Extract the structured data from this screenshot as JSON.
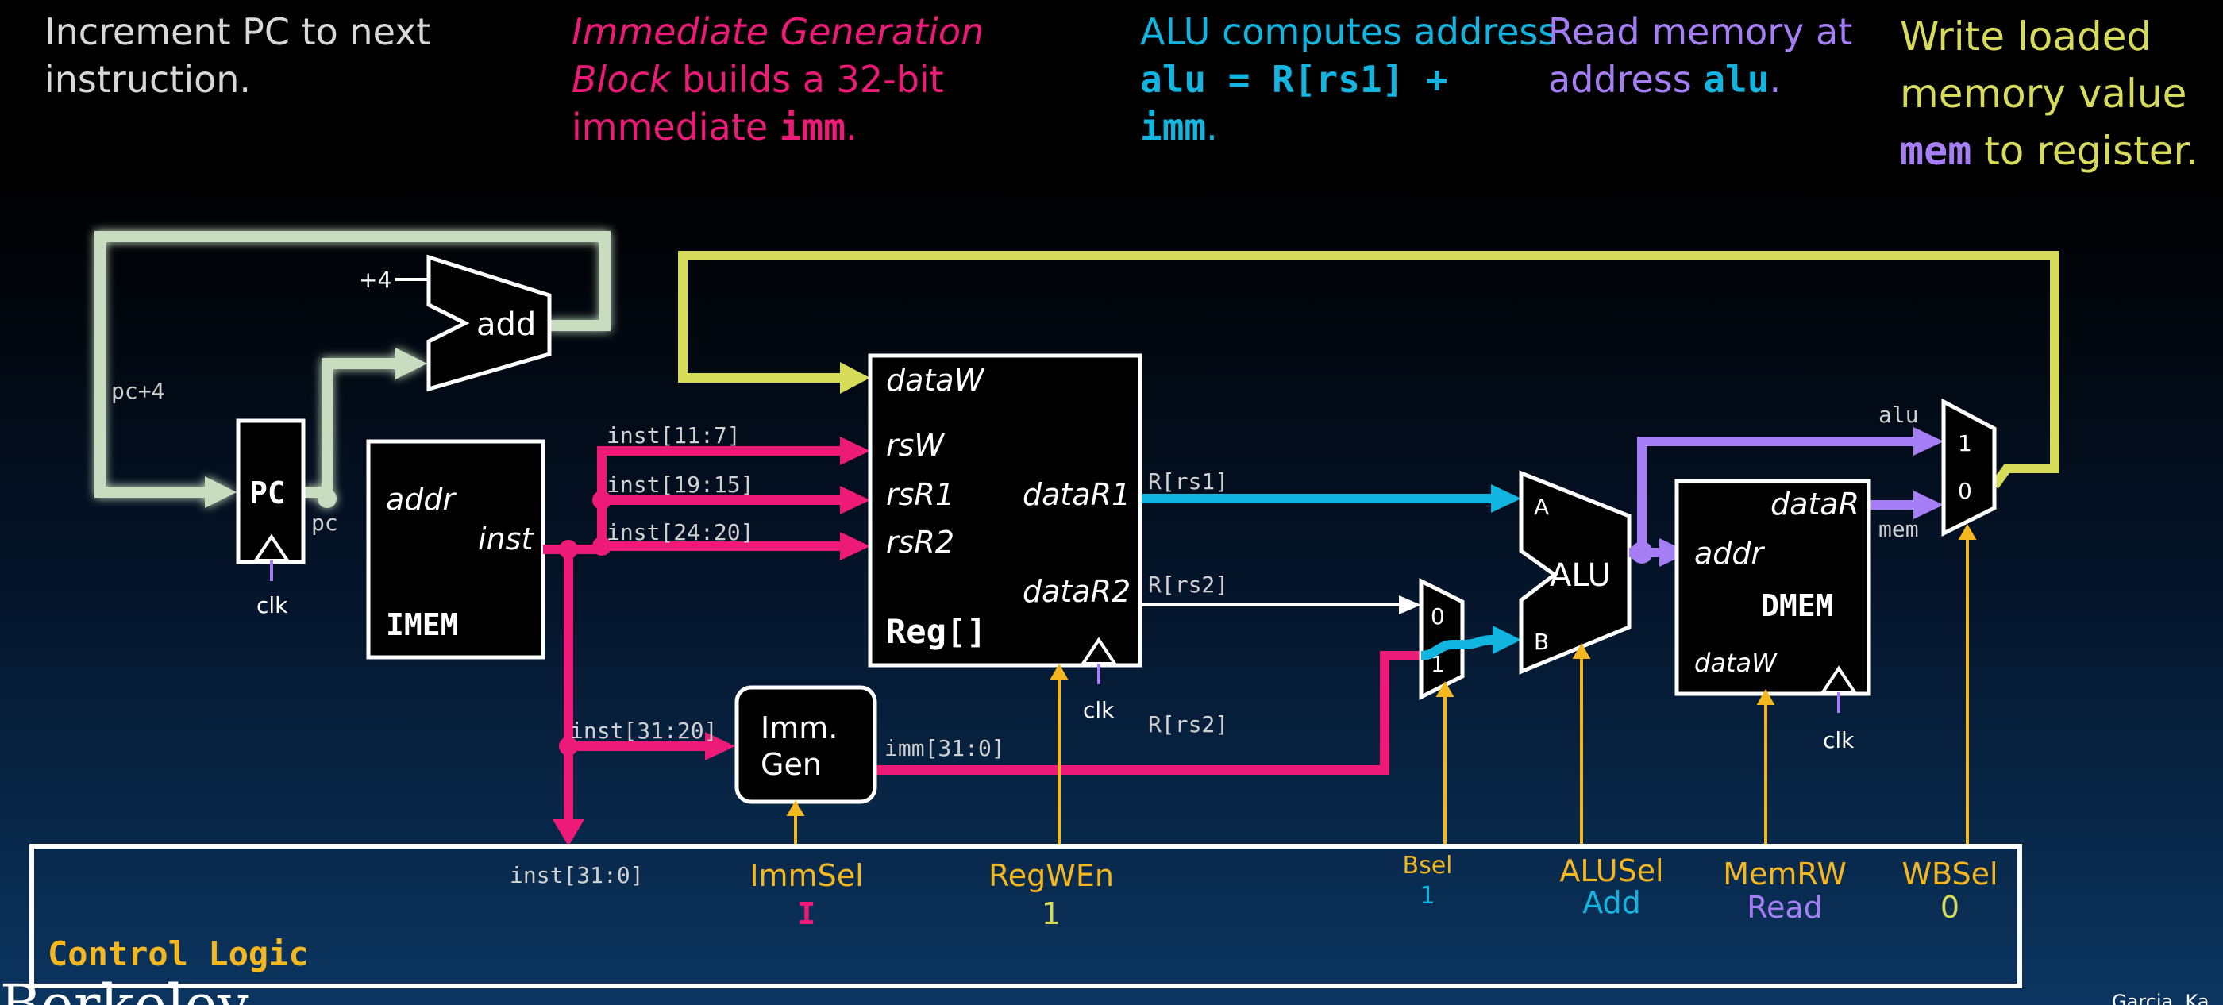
{
  "captions": {
    "pc_caption_line1": "Increment PC to next",
    "pc_caption_line2": "instruction.",
    "imm_caption_italic1": "Immediate Generation",
    "imm_caption_italic2": "Block",
    "imm_caption_rest2": " builds a 32-bit",
    "imm_caption_line3a": "immediate ",
    "imm_caption_line3b": "imm",
    "imm_caption_line3c": ".",
    "alu_caption_line1": "ALU computes address",
    "alu_caption_line2": "alu = R[rs1] +",
    "alu_caption_line3": "imm",
    "alu_caption_line3_end": ".",
    "mem_caption_line1": "Read memory at",
    "mem_caption_line2a": "address ",
    "mem_caption_line2b": "alu",
    "mem_caption_line2c": ".",
    "wb_caption_line1": "Write loaded",
    "wb_caption_line2": "memory value",
    "wb_caption_line3a": "mem",
    "wb_caption_line3b": " to register."
  },
  "blocks": {
    "pc": "PC",
    "add": "add",
    "plus4": "+4",
    "imem": "IMEM",
    "imem_addr": "addr",
    "imem_inst": "inst",
    "reg": "Reg[]",
    "reg_dataW": "dataW",
    "reg_rsW": "rsW",
    "reg_rsR1": "rsR1",
    "reg_rsR2": "rsR2",
    "reg_dataR1": "dataR1",
    "reg_dataR2": "dataR2",
    "immgen_line1": "Imm.",
    "immgen_line2": "Gen",
    "alu": "ALU",
    "alu_a": "A",
    "alu_b": "B",
    "mux_b_0": "0",
    "mux_b_1": "1",
    "dmem": "DMEM",
    "dmem_dataR": "dataR",
    "dmem_addr": "addr",
    "dmem_dataW": "dataW",
    "wb_mux_1": "1",
    "wb_mux_0": "0",
    "control_logic": "Control Logic"
  },
  "wires": {
    "pc4": "pc+4",
    "pc": "pc",
    "inst_11_7": "inst[11:7]",
    "inst_19_15": "inst[19:15]",
    "inst_24_20": "inst[24:20]",
    "inst_31_20": "inst[31:20]",
    "inst_31_0": "inst[31:0]",
    "imm_31_0": "imm[31:0]",
    "r_rs1": "R[rs1]",
    "r_rs2_top": "R[rs2]",
    "r_rs2_bottom": "R[rs2]",
    "alu": "alu",
    "mem": "mem",
    "clk_pc": "clk",
    "clk_reg": "clk",
    "clk_dmem": "clk"
  },
  "controls": {
    "immsel_name": "ImmSel",
    "immsel_value": "I",
    "regwen_name": "RegWEn",
    "regwen_value": "1",
    "bsel_name": "Bsel",
    "bsel_value": "1",
    "alusel_name": "ALUSel",
    "alusel_value": "Add",
    "memrw_name": "MemRW",
    "memrw_value": "Read",
    "wbsel_name": "WBSel",
    "wbsel_value": "0"
  },
  "footer": {
    "left_fragment": "Berkeley",
    "right_fragment": "Garcia, Ka"
  },
  "colors": {
    "pc_path": "#c8dcc0",
    "imm_path": "#ee1a78",
    "alu_path": "#12b4e0",
    "mem_path": "#a57ef5",
    "wb_path": "#d6dc5a",
    "control": "#f5b71f"
  }
}
